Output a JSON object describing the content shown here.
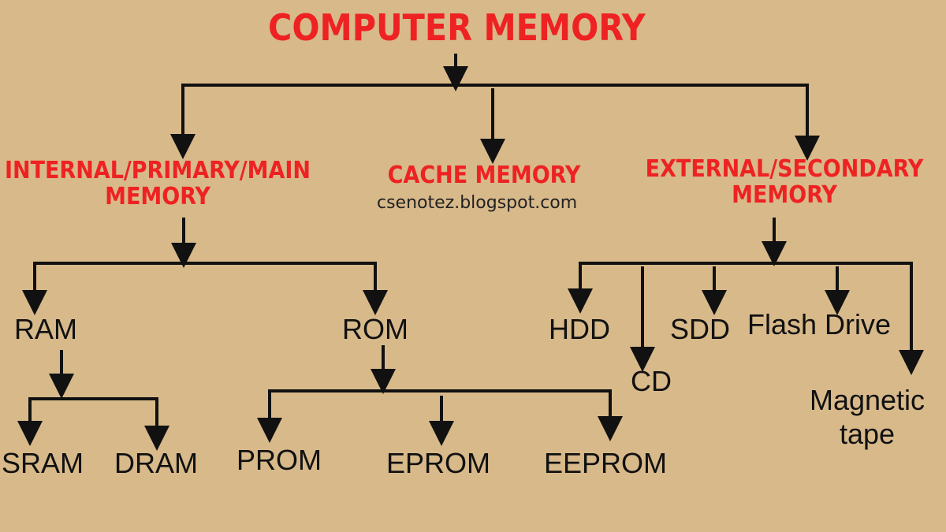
{
  "title": "COMPUTER MEMORY",
  "categories": {
    "internal": {
      "line1": "INTERNAL/PRIMARY/MAIN",
      "line2": "MEMORY"
    },
    "cache": {
      "label": "CACHE MEMORY"
    },
    "external": {
      "line1": "EXTERNAL/SECONDARY",
      "line2": "MEMORY"
    }
  },
  "watermark": "csenotez.blogspot.com",
  "internal_children": {
    "ram": "RAM",
    "rom": "ROM",
    "ram_children": [
      "SRAM",
      "DRAM"
    ],
    "rom_children": [
      "PROM",
      "EPROM",
      "EEPROM"
    ]
  },
  "external_children": {
    "hdd": "HDD",
    "cd": "CD",
    "sdd": "SDD",
    "flash": "Flash Drive",
    "magnetic_line1": "Magnetic",
    "magnetic_line2": "tape"
  },
  "colors": {
    "background": "#d8b98a",
    "heading_red": "#ee2222",
    "line": "#111111"
  }
}
